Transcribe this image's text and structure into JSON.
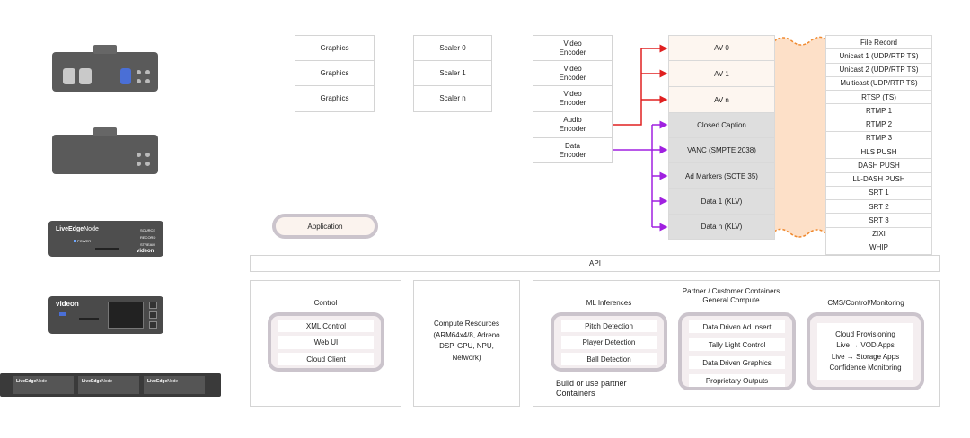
{
  "graphics": [
    "Graphics",
    "Graphics",
    "Graphics"
  ],
  "scalers": [
    "Scaler 0",
    "Scaler 1",
    "Scaler n"
  ],
  "encoders": [
    "Video\nEncoder",
    "Video\nEncoder",
    "Video\nEncoder",
    "Audio\nEncoder",
    "Data\nEncoder"
  ],
  "av_streams": [
    "AV 0",
    "AV 1",
    "AV n"
  ],
  "data_streams": [
    "Closed Caption",
    "VANC (SMPTE 2038)",
    "Ad Markers (SCTE 35)",
    "Data 1 (KLV)",
    "Data n (KLV)"
  ],
  "outputs": [
    "File Record",
    "Unicast 1 (UDP/RTP TS)",
    "Unicast 2 (UDP/RTP TS)",
    "Multicast (UDP/RTP TS)",
    "RTSP (TS)",
    "RTMP 1",
    "RTMP 2",
    "RTMP 3",
    "HLS PUSH",
    "DASH PUSH",
    "LL-DASH PUSH",
    "SRT 1",
    "SRT 2",
    "SRT 3",
    "ZIXI",
    "WHIP"
  ],
  "application_label": "Application",
  "api_label": "API",
  "control": {
    "title": "Control",
    "items": [
      "XML Control",
      "Web UI",
      "Cloud Client"
    ]
  },
  "compute": {
    "text": "Compute Resources\n(ARM64x4/8, Adreno\nDSP, GPU, NPU,\nNetwork)"
  },
  "partner_header": "Partner / Customer Containers\nGeneral Compute",
  "ml": {
    "title": "ML Inferences",
    "items": [
      "Pitch Detection",
      "Player Detection",
      "Ball Detection"
    ]
  },
  "partner_items": [
    "Data Driven Ad Insert",
    "Tally Light Control",
    "Data Driven Graphics",
    "Proprietary Outputs"
  ],
  "cms": {
    "title": "CMS/Control/Monitoring",
    "text": "Cloud Provisioning\nLive → VOD Apps\nLive → Storage Apps\nConfidence Monitoring"
  },
  "build_note": "Build or use partner\nContainers",
  "devices": {
    "node_brand": "LiveEdge",
    "node_suffix": "Node",
    "videon": "videon",
    "power": "POWER",
    "status": [
      "SOURCE",
      "RECORD",
      "STREAM"
    ]
  },
  "colors": {
    "red_arrow": "#e02020",
    "purple_arrow": "#a020e0",
    "wave_fill": "#fde0c8",
    "wave_edge": "#f08a30",
    "av_fill": "#fdf6f0",
    "data_fill": "#dedede",
    "group_border": "#cbc4cc",
    "group_fill": "#f4eef0"
  }
}
